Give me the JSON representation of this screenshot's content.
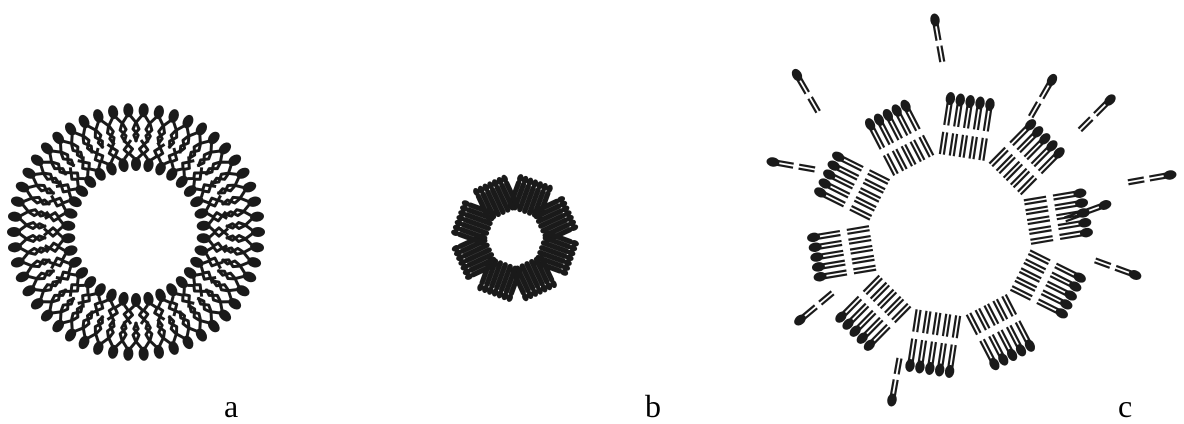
{
  "panels": [
    {
      "id": "a",
      "label": "a",
      "structure": "bilayer-vesicle",
      "molecule_count_outer": 50,
      "molecule_count_inner": 34
    },
    {
      "id": "b",
      "label": "b",
      "structure": "bicelle-clusters",
      "cluster_count": 8
    },
    {
      "id": "c",
      "label": "c",
      "structure": "dispersed-clusters",
      "cluster_count": 10
    }
  ],
  "colors": {
    "molecule": "#1a1a1a",
    "background": "#ffffff"
  }
}
